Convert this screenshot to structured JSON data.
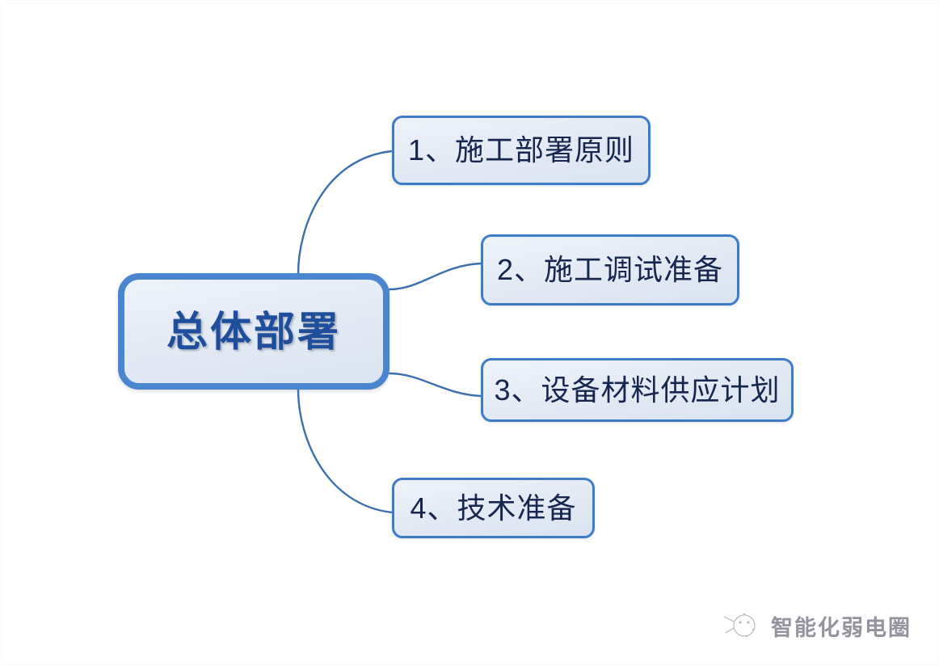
{
  "diagram": {
    "type": "mind-map",
    "background_color": "#ffffff",
    "root": {
      "label": "总体部署",
      "border_color": "#4a86d0",
      "fill_color": "#e4ebf5",
      "text_color": "#1f4e9c"
    },
    "branches": [
      {
        "label": "1、施工部署原则",
        "index": "1",
        "border_color": "#3d7cc9",
        "fill_color": "#e5ebf5",
        "text_color": "#16264f"
      },
      {
        "label": "2、施工调试准备",
        "index": "2",
        "border_color": "#3d7cc9",
        "fill_color": "#e5ebf5",
        "text_color": "#16264f"
      },
      {
        "label": "3、设备材料供应计划",
        "index": "3",
        "border_color": "#3d7cc9",
        "fill_color": "#e5ebf5",
        "text_color": "#16264f"
      },
      {
        "label": "4、技术准备",
        "index": "4",
        "border_color": "#3d7cc9",
        "fill_color": "#e5ebf5",
        "text_color": "#16264f"
      }
    ],
    "connector_color": "#3b6fae"
  },
  "watermark": {
    "text": "智能化弱电圈",
    "logo_icon": "circle-sketch-logo-icon",
    "color": "#5d5a6b"
  }
}
